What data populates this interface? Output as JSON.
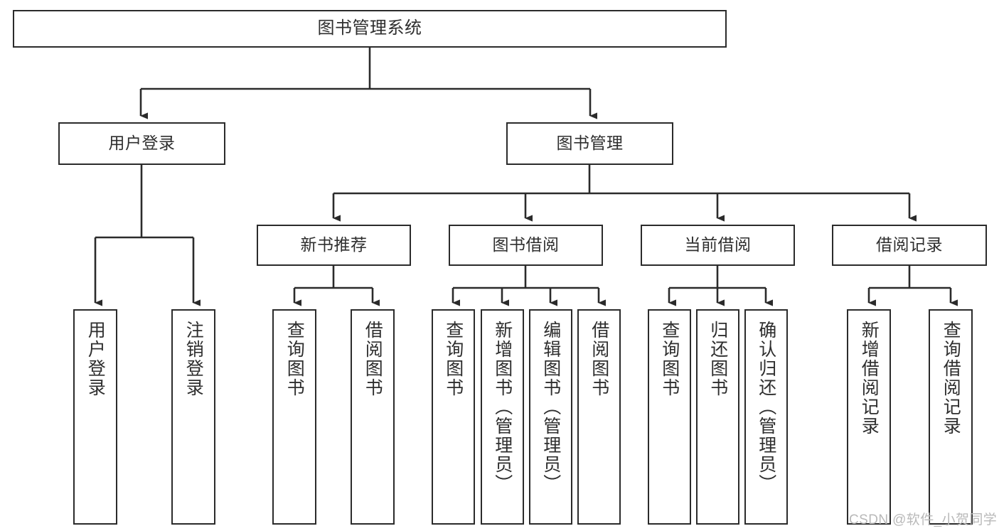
{
  "diagram": {
    "title": "图书管理系统",
    "type": "tree",
    "watermark": "CSDN @软件_小贺同学",
    "colors": {
      "box_border": "#2b2b2b",
      "box_fill": "#ffffff",
      "text": "#2e2e2e",
      "connector": "#2b2b2b",
      "watermark": "#b9b9b9"
    },
    "levels": {
      "level1": [
        {
          "id": "root",
          "label": "图书管理系统"
        }
      ],
      "level2": [
        {
          "id": "user-login",
          "label": "用户登录"
        },
        {
          "id": "book-manage",
          "label": "图书管理"
        }
      ],
      "level3": [
        {
          "id": "new-book-rec",
          "label": "新书推荐"
        },
        {
          "id": "book-borrow",
          "label": "图书借阅"
        },
        {
          "id": "current-borrow",
          "label": "当前借阅"
        },
        {
          "id": "borrow-record",
          "label": "借阅记录"
        }
      ],
      "level4": [
        {
          "id": "leaf-user-login",
          "label": "用户登录",
          "parent": "user-login"
        },
        {
          "id": "leaf-logout",
          "label": "注销登录",
          "parent": "user-login"
        },
        {
          "id": "leaf-query-book-1",
          "label": "查询图书",
          "parent": "new-book-rec"
        },
        {
          "id": "leaf-borrow-book-1",
          "label": "借阅图书",
          "parent": "new-book-rec"
        },
        {
          "id": "leaf-query-book-2",
          "label": "查询图书",
          "parent": "book-borrow"
        },
        {
          "id": "leaf-add-book",
          "label": "新增图书（管理员）",
          "parent": "book-borrow"
        },
        {
          "id": "leaf-edit-book",
          "label": "编辑图书（管理员）",
          "parent": "book-borrow"
        },
        {
          "id": "leaf-borrow-book-2",
          "label": "借阅图书",
          "parent": "book-borrow"
        },
        {
          "id": "leaf-query-book-3",
          "label": "查询图书",
          "parent": "current-borrow"
        },
        {
          "id": "leaf-return-book",
          "label": "归还图书",
          "parent": "current-borrow"
        },
        {
          "id": "leaf-confirm-return",
          "label": "确认归还（管理员）",
          "parent": "current-borrow"
        },
        {
          "id": "leaf-add-record",
          "label": "新增借阅记录",
          "parent": "borrow-record"
        },
        {
          "id": "leaf-query-record",
          "label": "查询借阅记录",
          "parent": "borrow-record"
        }
      ]
    }
  }
}
